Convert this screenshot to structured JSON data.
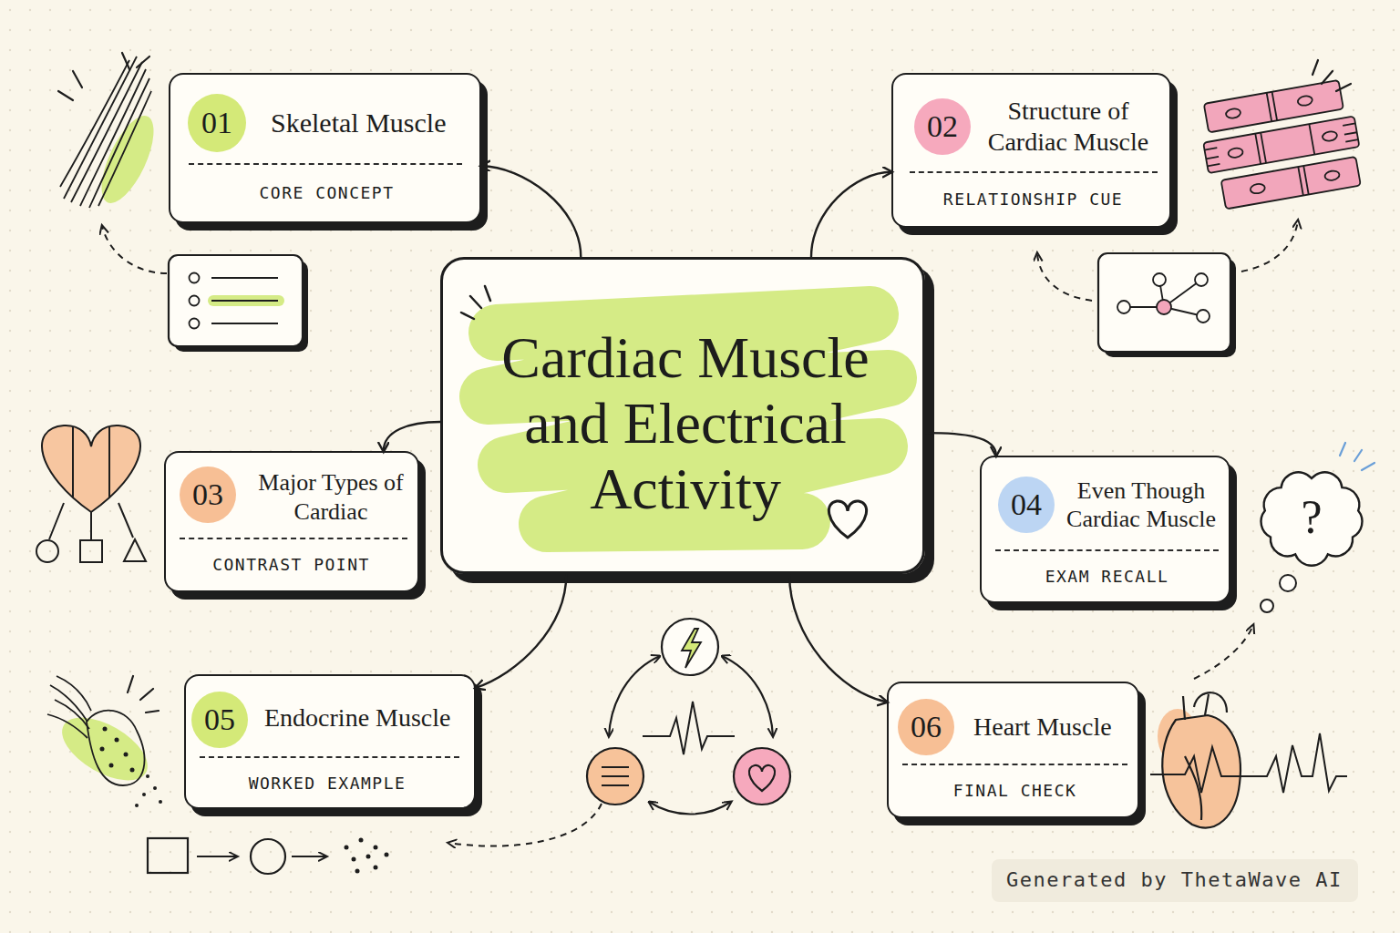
{
  "diagram": {
    "nodes": [
      {
        "text": [
          "Skeletal Muscle",
          "CORE CONCEPT"
        ]
      },
      {
        "text": [
          "01"
        ],
        "in": 0
      },
      {
        "text": [
          "Structure of Cardiac Muscle",
          "RELATIONSHIP CUE"
        ]
      },
      {
        "text": [
          "02"
        ],
        "in": 2
      },
      {
        "text": [
          "Cardiac Muscle and Electrical Activity"
        ]
      },
      {
        "text": [
          "Major Types of Cardiac",
          "CONTRAST POINT"
        ]
      },
      {
        "text": [
          "03"
        ],
        "in": 5
      },
      {
        "text": [
          "Even Though Cardiac Muscle",
          "EXAM RECALL"
        ]
      },
      {
        "text": [
          "04"
        ],
        "in": 7
      },
      {
        "text": [
          "?"
        ]
      },
      {
        "text": [
          "Endocrine Muscle",
          "WORKED EXAMPLE"
        ]
      },
      {
        "text": [
          "05"
        ],
        "in": 10
      },
      {
        "text": [
          "Heart Muscle",
          "FINAL CHECK"
        ]
      },
      {
        "text": [
          "06"
        ],
        "in": 12
      }
    ],
    "edges": [
      {
        "from": 4,
        "to": 0,
        "arrow": "to"
      },
      {
        "from": 4,
        "to": 2,
        "arrow": "to"
      },
      {
        "from": 4,
        "to": 5,
        "arrow": "to"
      },
      {
        "from": 4,
        "to": 7,
        "arrow": "to"
      },
      {
        "from": 4,
        "to": 10,
        "arrow": "to"
      },
      {
        "from": 4,
        "to": 12,
        "arrow": "to"
      }
    ],
    "labels": [
      "Generated by ThetaWave AI"
    ]
  }
}
